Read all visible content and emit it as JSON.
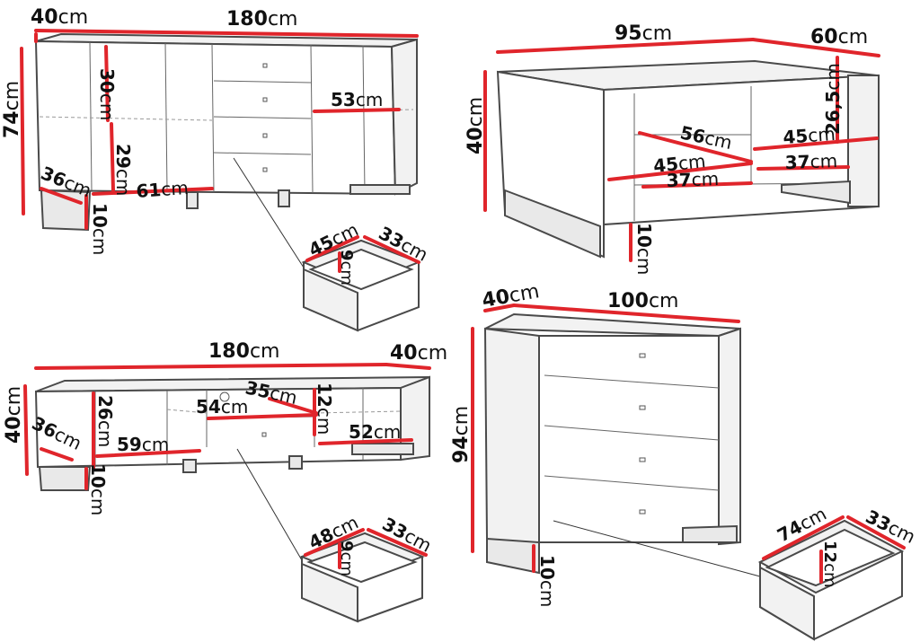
{
  "sideboard": {
    "depth": "40",
    "width": "180",
    "height": "74",
    "shelf_upper": "30",
    "shelf_lower": "29",
    "inner_depth": "36",
    "inner_width_left": "61",
    "inner_width_right": "53",
    "leg_height": "10",
    "drawer": {
      "width": "45",
      "depth": "33",
      "height": "9"
    }
  },
  "coffee_table": {
    "width": "95",
    "depth": "60",
    "height": "40",
    "shelf_height": "26,5",
    "left_diag": "56",
    "left_width": "45",
    "left_depth": "37",
    "right_width": "45",
    "right_depth": "37",
    "leg_height": "10"
  },
  "tv_stand": {
    "width": "180",
    "depth": "40",
    "height": "40",
    "inner_height": "26",
    "inner_depth": "36",
    "inner_width_left": "59",
    "center_width": "54",
    "center_depth": "35",
    "center_height": "12",
    "inner_width_right": "52",
    "leg_height": "10",
    "drawer": {
      "width": "48",
      "depth": "33",
      "height": "9"
    }
  },
  "chest": {
    "depth": "40",
    "width": "100",
    "height": "94",
    "leg_height": "10",
    "drawer": {
      "width": "74",
      "depth": "33",
      "height": "12"
    }
  },
  "unit": "cm"
}
